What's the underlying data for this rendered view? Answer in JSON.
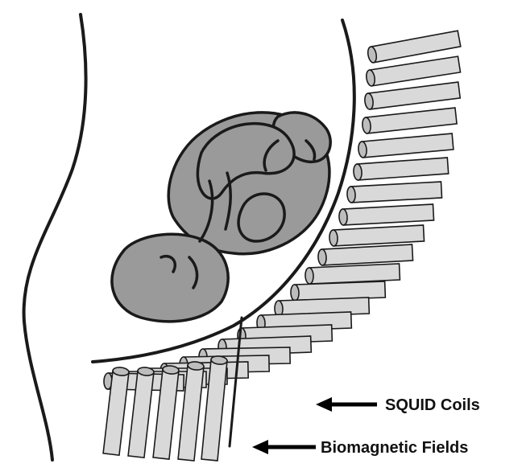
{
  "labels": {
    "squid_coils": "SQUID Coils",
    "biomagnetic_fields": "Biomagnetic Fields"
  },
  "colors": {
    "outline": "#1a1a1a",
    "fetus_fill": "#9a9a9a",
    "coil_fill": "#d9d9d9",
    "coil_cap": "#bdbdbd",
    "field_line": "#a8a8a8"
  },
  "coil_count": 26
}
